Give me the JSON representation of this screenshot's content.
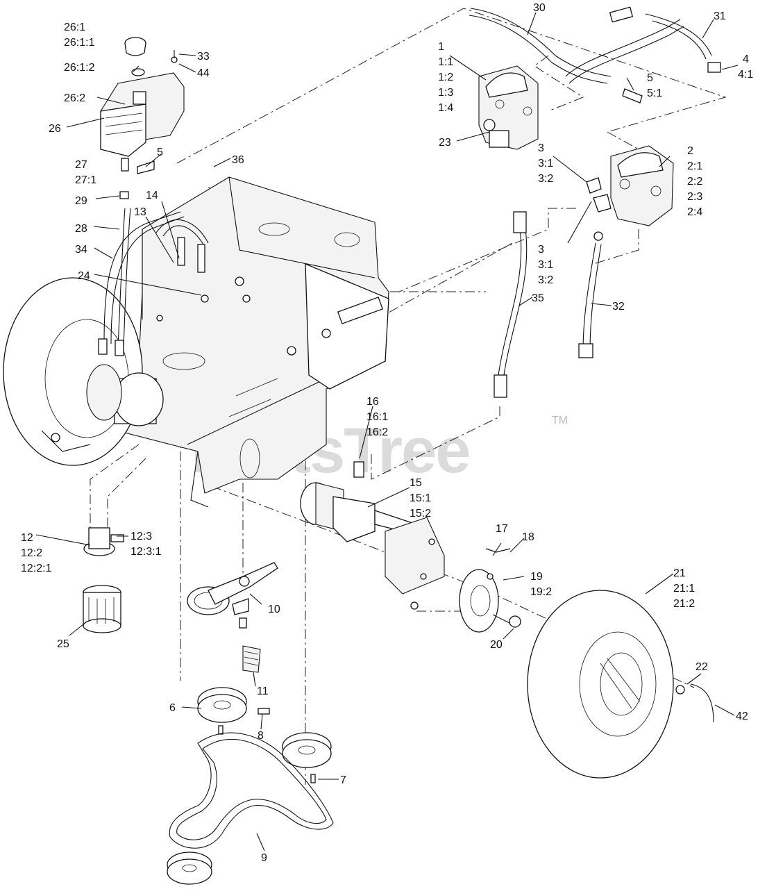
{
  "watermark": {
    "text": "PartsTree",
    "trademark": "TM"
  },
  "callouts": [
    {
      "id": "c30",
      "lines": [
        "30"
      ]
    },
    {
      "id": "c31",
      "lines": [
        "31"
      ]
    },
    {
      "id": "c26-1",
      "lines": [
        "26:1",
        "26:1:1"
      ]
    },
    {
      "id": "c26-1-2",
      "lines": [
        "26:1:2"
      ]
    },
    {
      "id": "c26-2",
      "lines": [
        "26:2"
      ]
    },
    {
      "id": "c26",
      "lines": [
        "26"
      ]
    },
    {
      "id": "c33",
      "lines": [
        "33"
      ]
    },
    {
      "id": "c44",
      "lines": [
        "44"
      ]
    },
    {
      "id": "c1",
      "lines": [
        "1",
        "1:1",
        "1:2",
        "1:3",
        "1:4"
      ]
    },
    {
      "id": "c4",
      "lines": [
        "4",
        "4:1"
      ]
    },
    {
      "id": "c5a",
      "lines": [
        "5",
        "5:1"
      ]
    },
    {
      "id": "c23",
      "lines": [
        "23"
      ]
    },
    {
      "id": "c5b",
      "lines": [
        "5"
      ]
    },
    {
      "id": "c27",
      "lines": [
        "27",
        "27:1"
      ]
    },
    {
      "id": "c36",
      "lines": [
        "36"
      ]
    },
    {
      "id": "c3a",
      "lines": [
        "3",
        "3:1",
        "3:2"
      ]
    },
    {
      "id": "c2",
      "lines": [
        "2",
        "2:1",
        "2:2",
        "2:3",
        "2:4"
      ]
    },
    {
      "id": "c29",
      "lines": [
        "29"
      ]
    },
    {
      "id": "c14",
      "lines": [
        "14"
      ]
    },
    {
      "id": "c13",
      "lines": [
        "13"
      ]
    },
    {
      "id": "c28",
      "lines": [
        "28"
      ]
    },
    {
      "id": "c3b",
      "lines": [
        "3",
        "3:1",
        "3:2"
      ]
    },
    {
      "id": "c34",
      "lines": [
        "34"
      ]
    },
    {
      "id": "c24",
      "lines": [
        "24"
      ]
    },
    {
      "id": "c32",
      "lines": [
        "32"
      ]
    },
    {
      "id": "c35",
      "lines": [
        "35"
      ]
    },
    {
      "id": "c16",
      "lines": [
        "16",
        "16:1",
        "16:2"
      ]
    },
    {
      "id": "c15",
      "lines": [
        "15",
        "15:1",
        "15:2"
      ]
    },
    {
      "id": "c17",
      "lines": [
        "17"
      ]
    },
    {
      "id": "c18",
      "lines": [
        "18"
      ]
    },
    {
      "id": "c21",
      "lines": [
        "21",
        "21:1",
        "21:2"
      ]
    },
    {
      "id": "c12",
      "lines": [
        "12",
        "12:2",
        "12:2:1"
      ]
    },
    {
      "id": "c12-3",
      "lines": [
        "12:3",
        "12:3:1"
      ]
    },
    {
      "id": "c19",
      "lines": [
        "19",
        "19:2"
      ]
    },
    {
      "id": "c10",
      "lines": [
        "10"
      ]
    },
    {
      "id": "c25",
      "lines": [
        "25"
      ]
    },
    {
      "id": "c20",
      "lines": [
        "20"
      ]
    },
    {
      "id": "c22",
      "lines": [
        "22"
      ]
    },
    {
      "id": "c11",
      "lines": [
        "11"
      ]
    },
    {
      "id": "c6",
      "lines": [
        "6"
      ]
    },
    {
      "id": "c8",
      "lines": [
        "8"
      ]
    },
    {
      "id": "c42",
      "lines": [
        "42"
      ]
    },
    {
      "id": "c7",
      "lines": [
        "7"
      ]
    },
    {
      "id": "c9",
      "lines": [
        "9"
      ]
    }
  ]
}
